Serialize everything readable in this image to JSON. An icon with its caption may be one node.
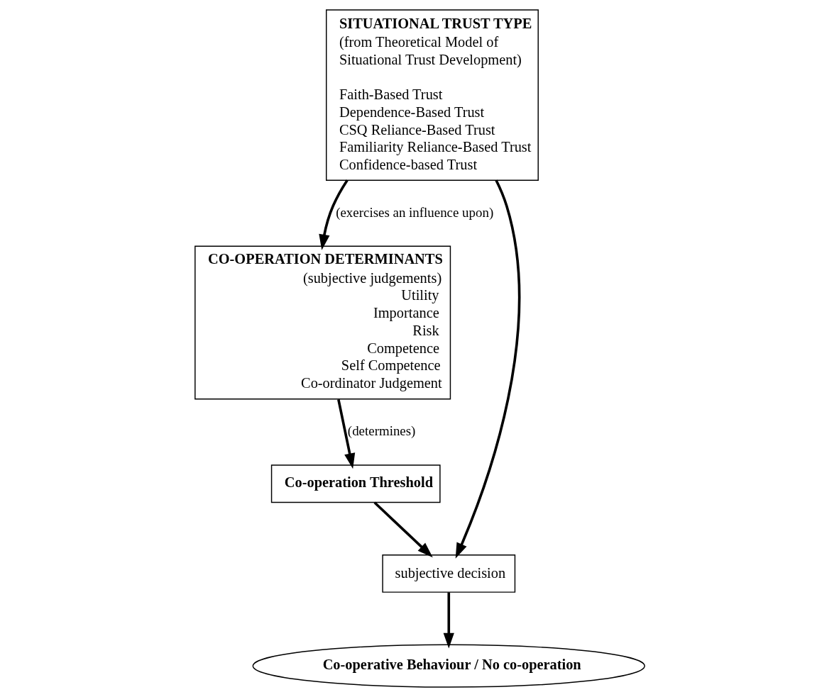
{
  "diagram": {
    "nodes": [
      {
        "text": [
          "SITUATIONAL TRUST TYPE",
          "(from Theoretical Model of Situational Trust Development)",
          "Faith-Based Trust",
          "Dependence-Based Trust",
          "CSQ Reliance-Based Trust",
          "Familiarity Reliance-Based Trust",
          "Confidence-based Trust"
        ]
      },
      {
        "text": [
          "CO-OPERATION DETERMINANTS",
          "(subjective judgements)",
          "Utility",
          "Importance",
          "Risk",
          "Competence",
          "Self Competence",
          "Co-ordinator Judgement"
        ]
      },
      {
        "text": [
          "Co-operation Threshold"
        ]
      },
      {
        "text": [
          "subjective decision"
        ]
      },
      {
        "text": [
          "Co-operative Behaviour / No co-operation"
        ]
      }
    ],
    "edges": [
      {
        "from": 0,
        "to": 1,
        "arrow": "to",
        "label": "(exercises an influence upon)"
      },
      {
        "from": 0,
        "to": 3,
        "arrow": "to"
      },
      {
        "from": 1,
        "to": 2,
        "arrow": "to",
        "label": "(determines)"
      },
      {
        "from": 2,
        "to": 3,
        "arrow": "to"
      },
      {
        "from": 3,
        "to": 4,
        "arrow": "to"
      }
    ]
  }
}
